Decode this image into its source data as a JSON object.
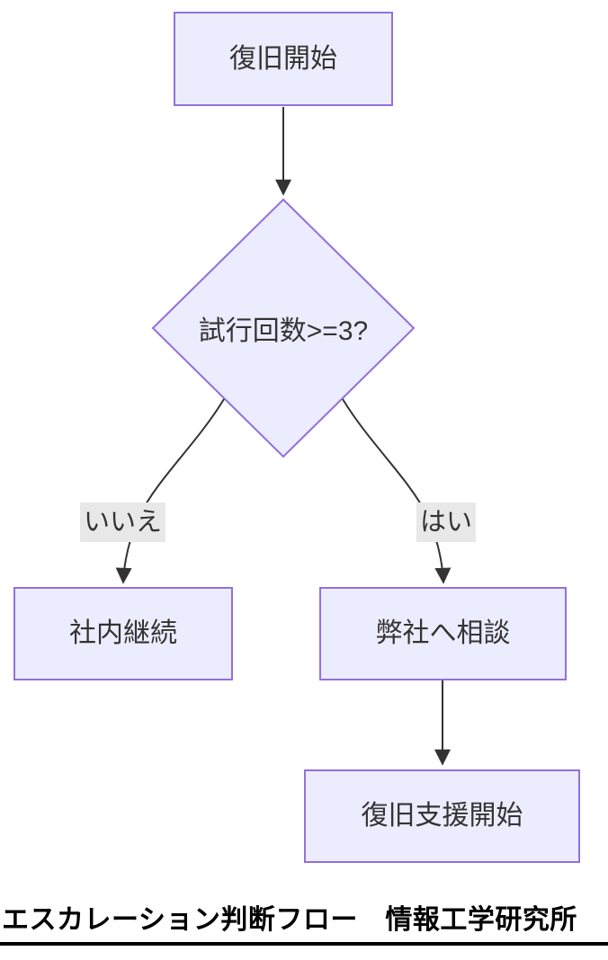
{
  "diagram": {
    "nodes": {
      "start": {
        "label": "復旧開始",
        "shape": "rect"
      },
      "decision": {
        "label": "試行回数>=3?",
        "shape": "diamond"
      },
      "internal": {
        "label": "社内継続",
        "shape": "rect"
      },
      "consult": {
        "label": "弊社へ相談",
        "shape": "rect"
      },
      "support": {
        "label": "復旧支援開始",
        "shape": "rect"
      }
    },
    "edges": [
      {
        "from": "start",
        "to": "decision",
        "label": ""
      },
      {
        "from": "decision",
        "to": "internal",
        "label": "いいえ"
      },
      {
        "from": "decision",
        "to": "consult",
        "label": "はい"
      },
      {
        "from": "consult",
        "to": "support",
        "label": ""
      }
    ],
    "edge_labels": {
      "no": "いいえ",
      "yes": "はい"
    },
    "colors": {
      "node_fill": "#ECECFF",
      "node_border": "#9370DB",
      "node_text": "#333333",
      "edge_stroke": "#333333",
      "edge_label_bg": "#e8e8e8",
      "caption_text": "#000000"
    }
  },
  "caption": {
    "text": "エスカレーション判断フロー　情報工学研究所"
  }
}
